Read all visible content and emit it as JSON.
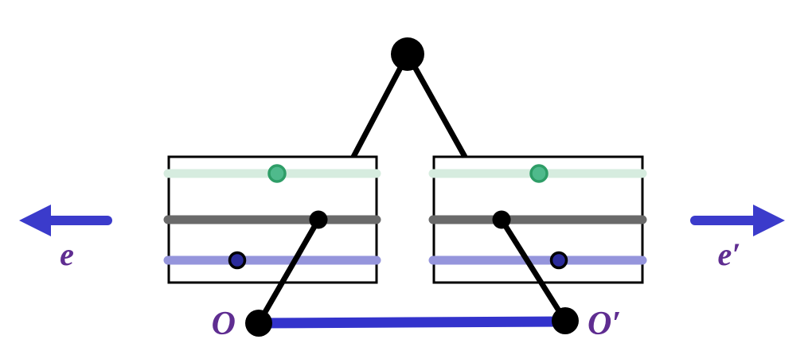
{
  "figure": {
    "description": "Geometric diagram: apex node over two framed strips of colored bars, with observers O and O prime on a blue baseline and direction arrows e and e prime",
    "labels": {
      "origin_left": "O",
      "origin_right": "O′",
      "arrow_left": "e",
      "arrow_right": "e′"
    },
    "colors": {
      "background": "#ffffff",
      "black": "#000000",
      "mint_bar": "#d6ecdf",
      "gray_bar": "#6a6a6a",
      "lavender_bar": "#9595dc",
      "green_dot_fill": "#4fba8c",
      "green_dot_stroke": "#2e9d67",
      "blue_dot_fill": "#2b2b9b",
      "baseline_blue": "#3333cc",
      "arrow_blue": "#3b3bcb",
      "label_purple": "#5f2d91"
    }
  }
}
